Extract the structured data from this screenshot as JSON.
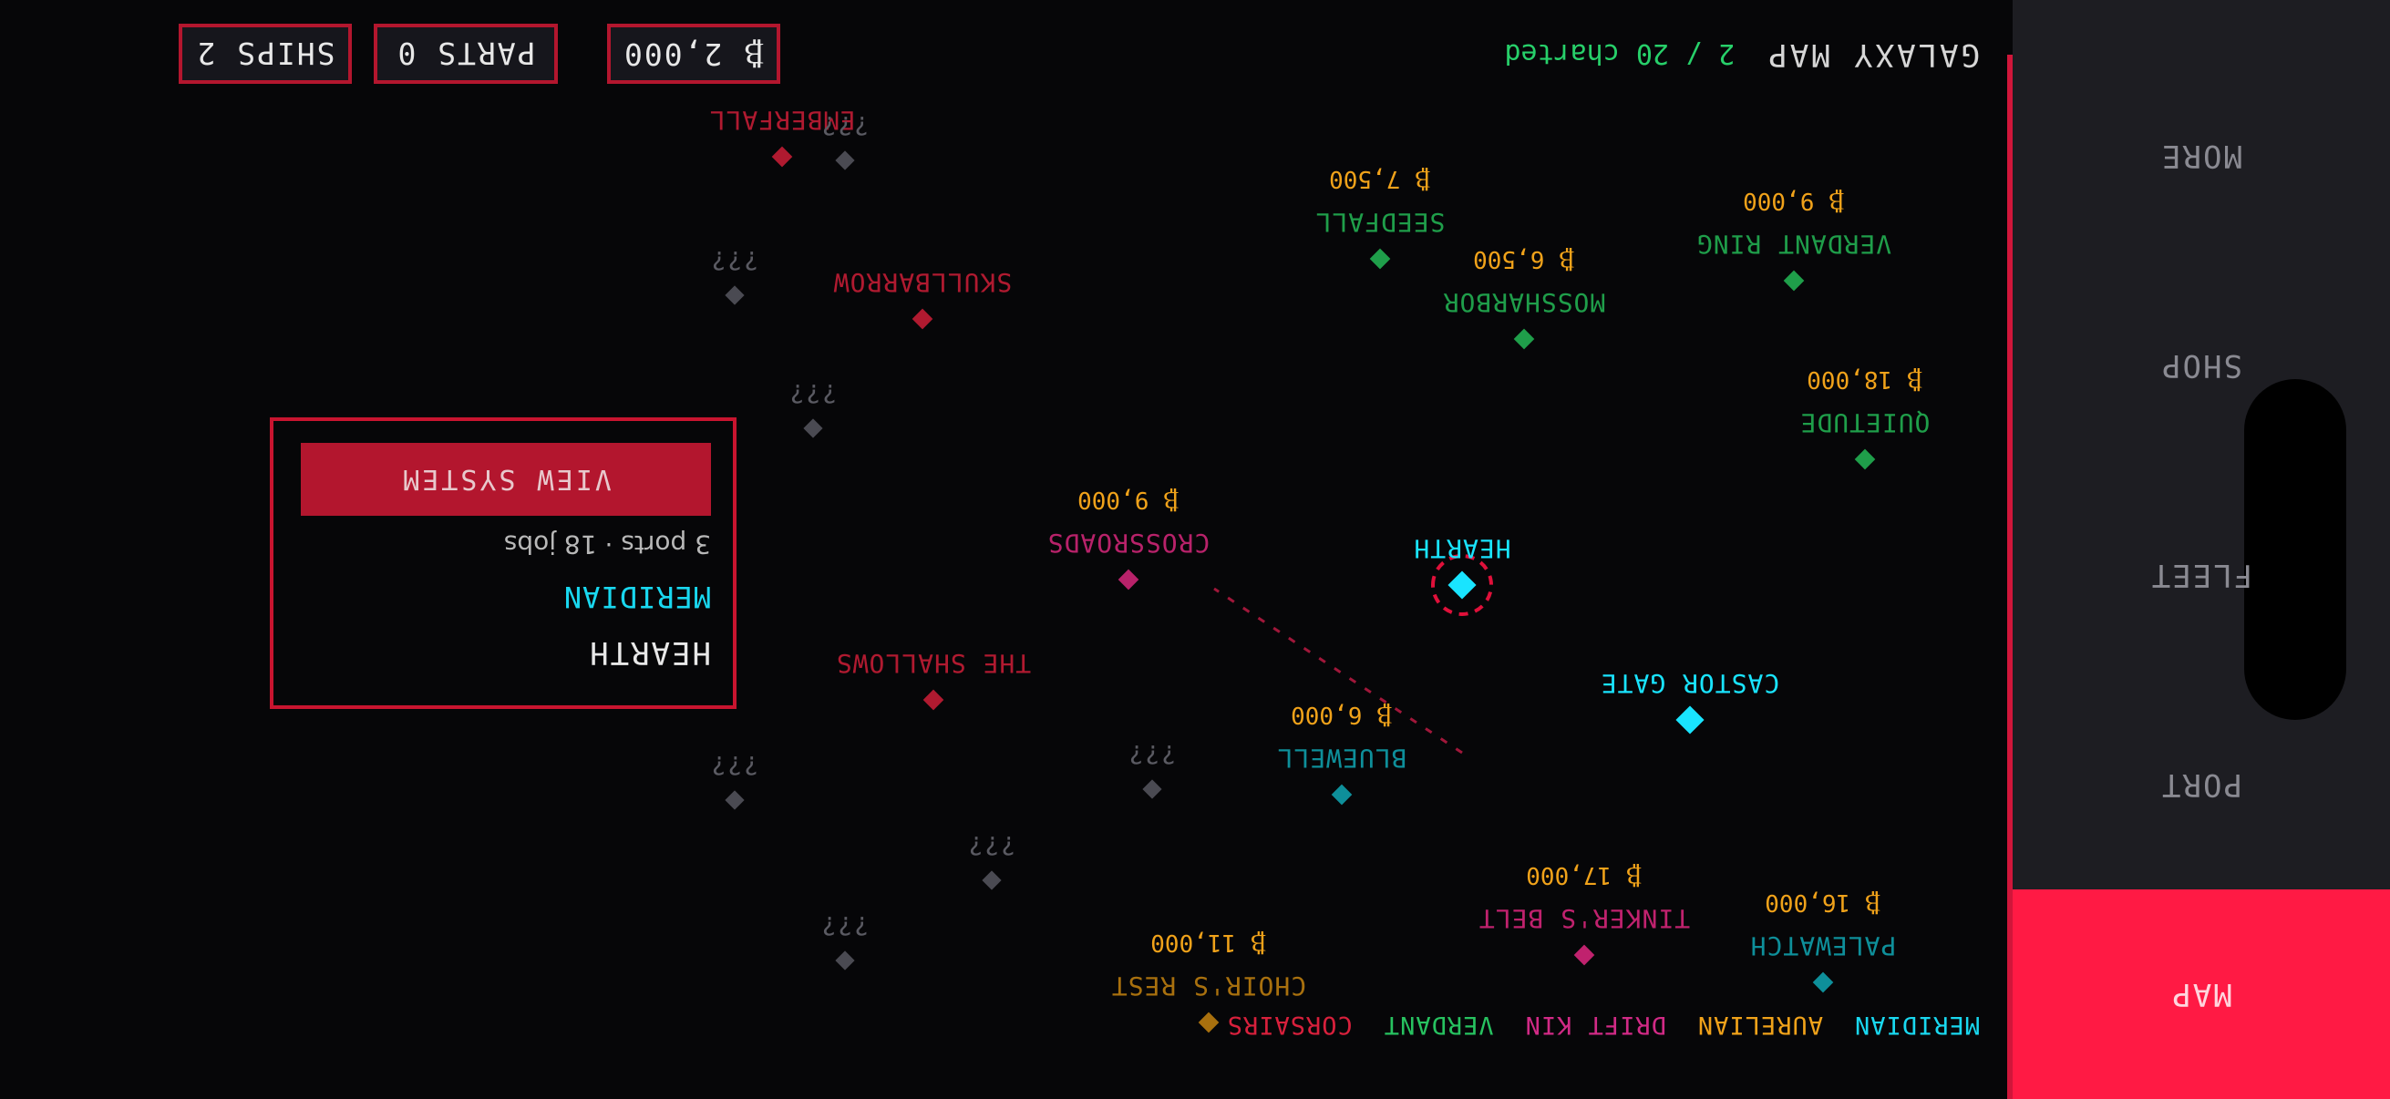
{
  "header": {
    "title": "GALAXY MAP",
    "charted": "2 / 20 charted"
  },
  "nav": {
    "items": [
      {
        "label": "MAP",
        "active": true
      },
      {
        "label": "PORT",
        "active": false
      },
      {
        "label": "FLEET",
        "active": false
      },
      {
        "label": "SHOP",
        "active": false
      },
      {
        "label": "MORE",
        "active": false
      }
    ]
  },
  "legend": [
    {
      "label": "MERIDIAN",
      "color": "#19d8f0"
    },
    {
      "label": "AURELIAN",
      "color": "#f0a21a"
    },
    {
      "label": "DRIFT KIN",
      "color": "#d12a86"
    },
    {
      "label": "VERDANT",
      "color": "#27c260"
    },
    {
      "label": "CORSAIRS",
      "color": "#d8203c"
    }
  ],
  "stats": {
    "credits": "₿ 2,000",
    "parts": "PARTS 0",
    "ships": "SHIPS 2"
  },
  "selected": {
    "name": "HEARTH",
    "faction": "MERIDIAN",
    "detail": "3 ports · 18 jobs",
    "button": "VIEW SYSTEM"
  },
  "unknown_label": "???",
  "systems": [
    {
      "name": "HEARTH",
      "faction": "meridian",
      "color": "#19d8f0",
      "price": "",
      "selected": true
    },
    {
      "name": "CASTOR GATE",
      "faction": "meridian",
      "color": "#19d8f0",
      "price": ""
    },
    {
      "name": "PALEWATCH",
      "faction": "meridian",
      "color": "#0e8f9a",
      "price": "₿ 16,000"
    },
    {
      "name": "BLUEWELL",
      "faction": "meridian",
      "color": "#0e8f9a",
      "price": "₿ 6,000"
    },
    {
      "name": "CHOIR'S REST",
      "faction": "aurelian",
      "color": "#a8700e",
      "price": "₿ 11,000"
    },
    {
      "name": "TINKER'S BELT",
      "faction": "driftkin",
      "color": "#c0226e",
      "price": "₿ 17,000"
    },
    {
      "name": "CROSSROADS",
      "faction": "driftkin",
      "color": "#b8226a",
      "price": "₿ 9,000"
    },
    {
      "name": "QUIETUDE",
      "faction": "verdant",
      "color": "#1f9e4a",
      "price": "₿ 18,000"
    },
    {
      "name": "MOSSHARBOR",
      "faction": "verdant",
      "color": "#1f9e4a",
      "price": "₿ 6,500"
    },
    {
      "name": "VERDANT RING",
      "faction": "verdant",
      "color": "#1f9e4a",
      "price": "₿ 9,000"
    },
    {
      "name": "SEEDFALL",
      "faction": "verdant",
      "color": "#1f9e4a",
      "price": "₿ 7,500"
    },
    {
      "name": "THE SHALLOWS",
      "faction": "corsairs",
      "color": "#b01a30",
      "price": ""
    },
    {
      "name": "SKULLBARROW",
      "faction": "corsairs",
      "color": "#b01a30",
      "price": ""
    },
    {
      "name": "EMBERFALL",
      "faction": "corsairs",
      "color": "#b01a30",
      "price": ""
    }
  ],
  "unknown_count": 7,
  "colors": {
    "accent": "#ff1a44",
    "panel_border": "#c8142f",
    "unknown": "#4a4a52",
    "price": "#f0a21a"
  }
}
